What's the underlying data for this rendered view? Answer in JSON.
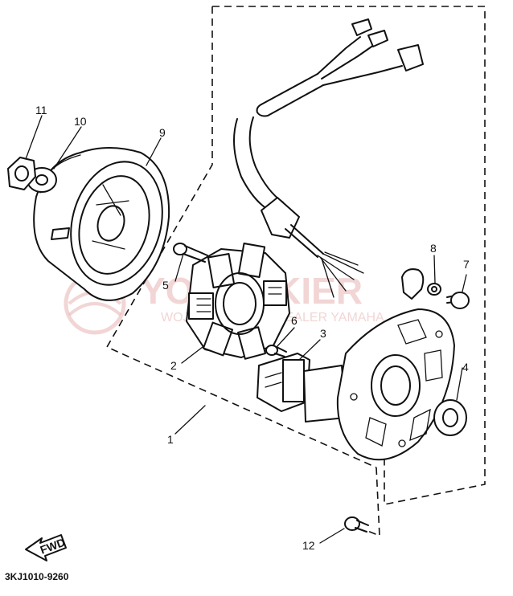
{
  "callouts": {
    "c1": "1",
    "c2": "2",
    "c3": "3",
    "c4": "4",
    "c5": "5",
    "c6": "6",
    "c7": "7",
    "c8": "8",
    "c9": "9",
    "c10": "10",
    "c11": "11",
    "c12": "12"
  },
  "fwd_label": "FWD",
  "diagram_code": "3KJ1010-9260",
  "watermark": {
    "brand": "YOKOSKIER",
    "tagline": "WOJCIECHOWSKI DEALER YAMAHA"
  },
  "colors": {
    "line": "#111111",
    "watermark": "#e8b3b3",
    "background": "#ffffff"
  }
}
